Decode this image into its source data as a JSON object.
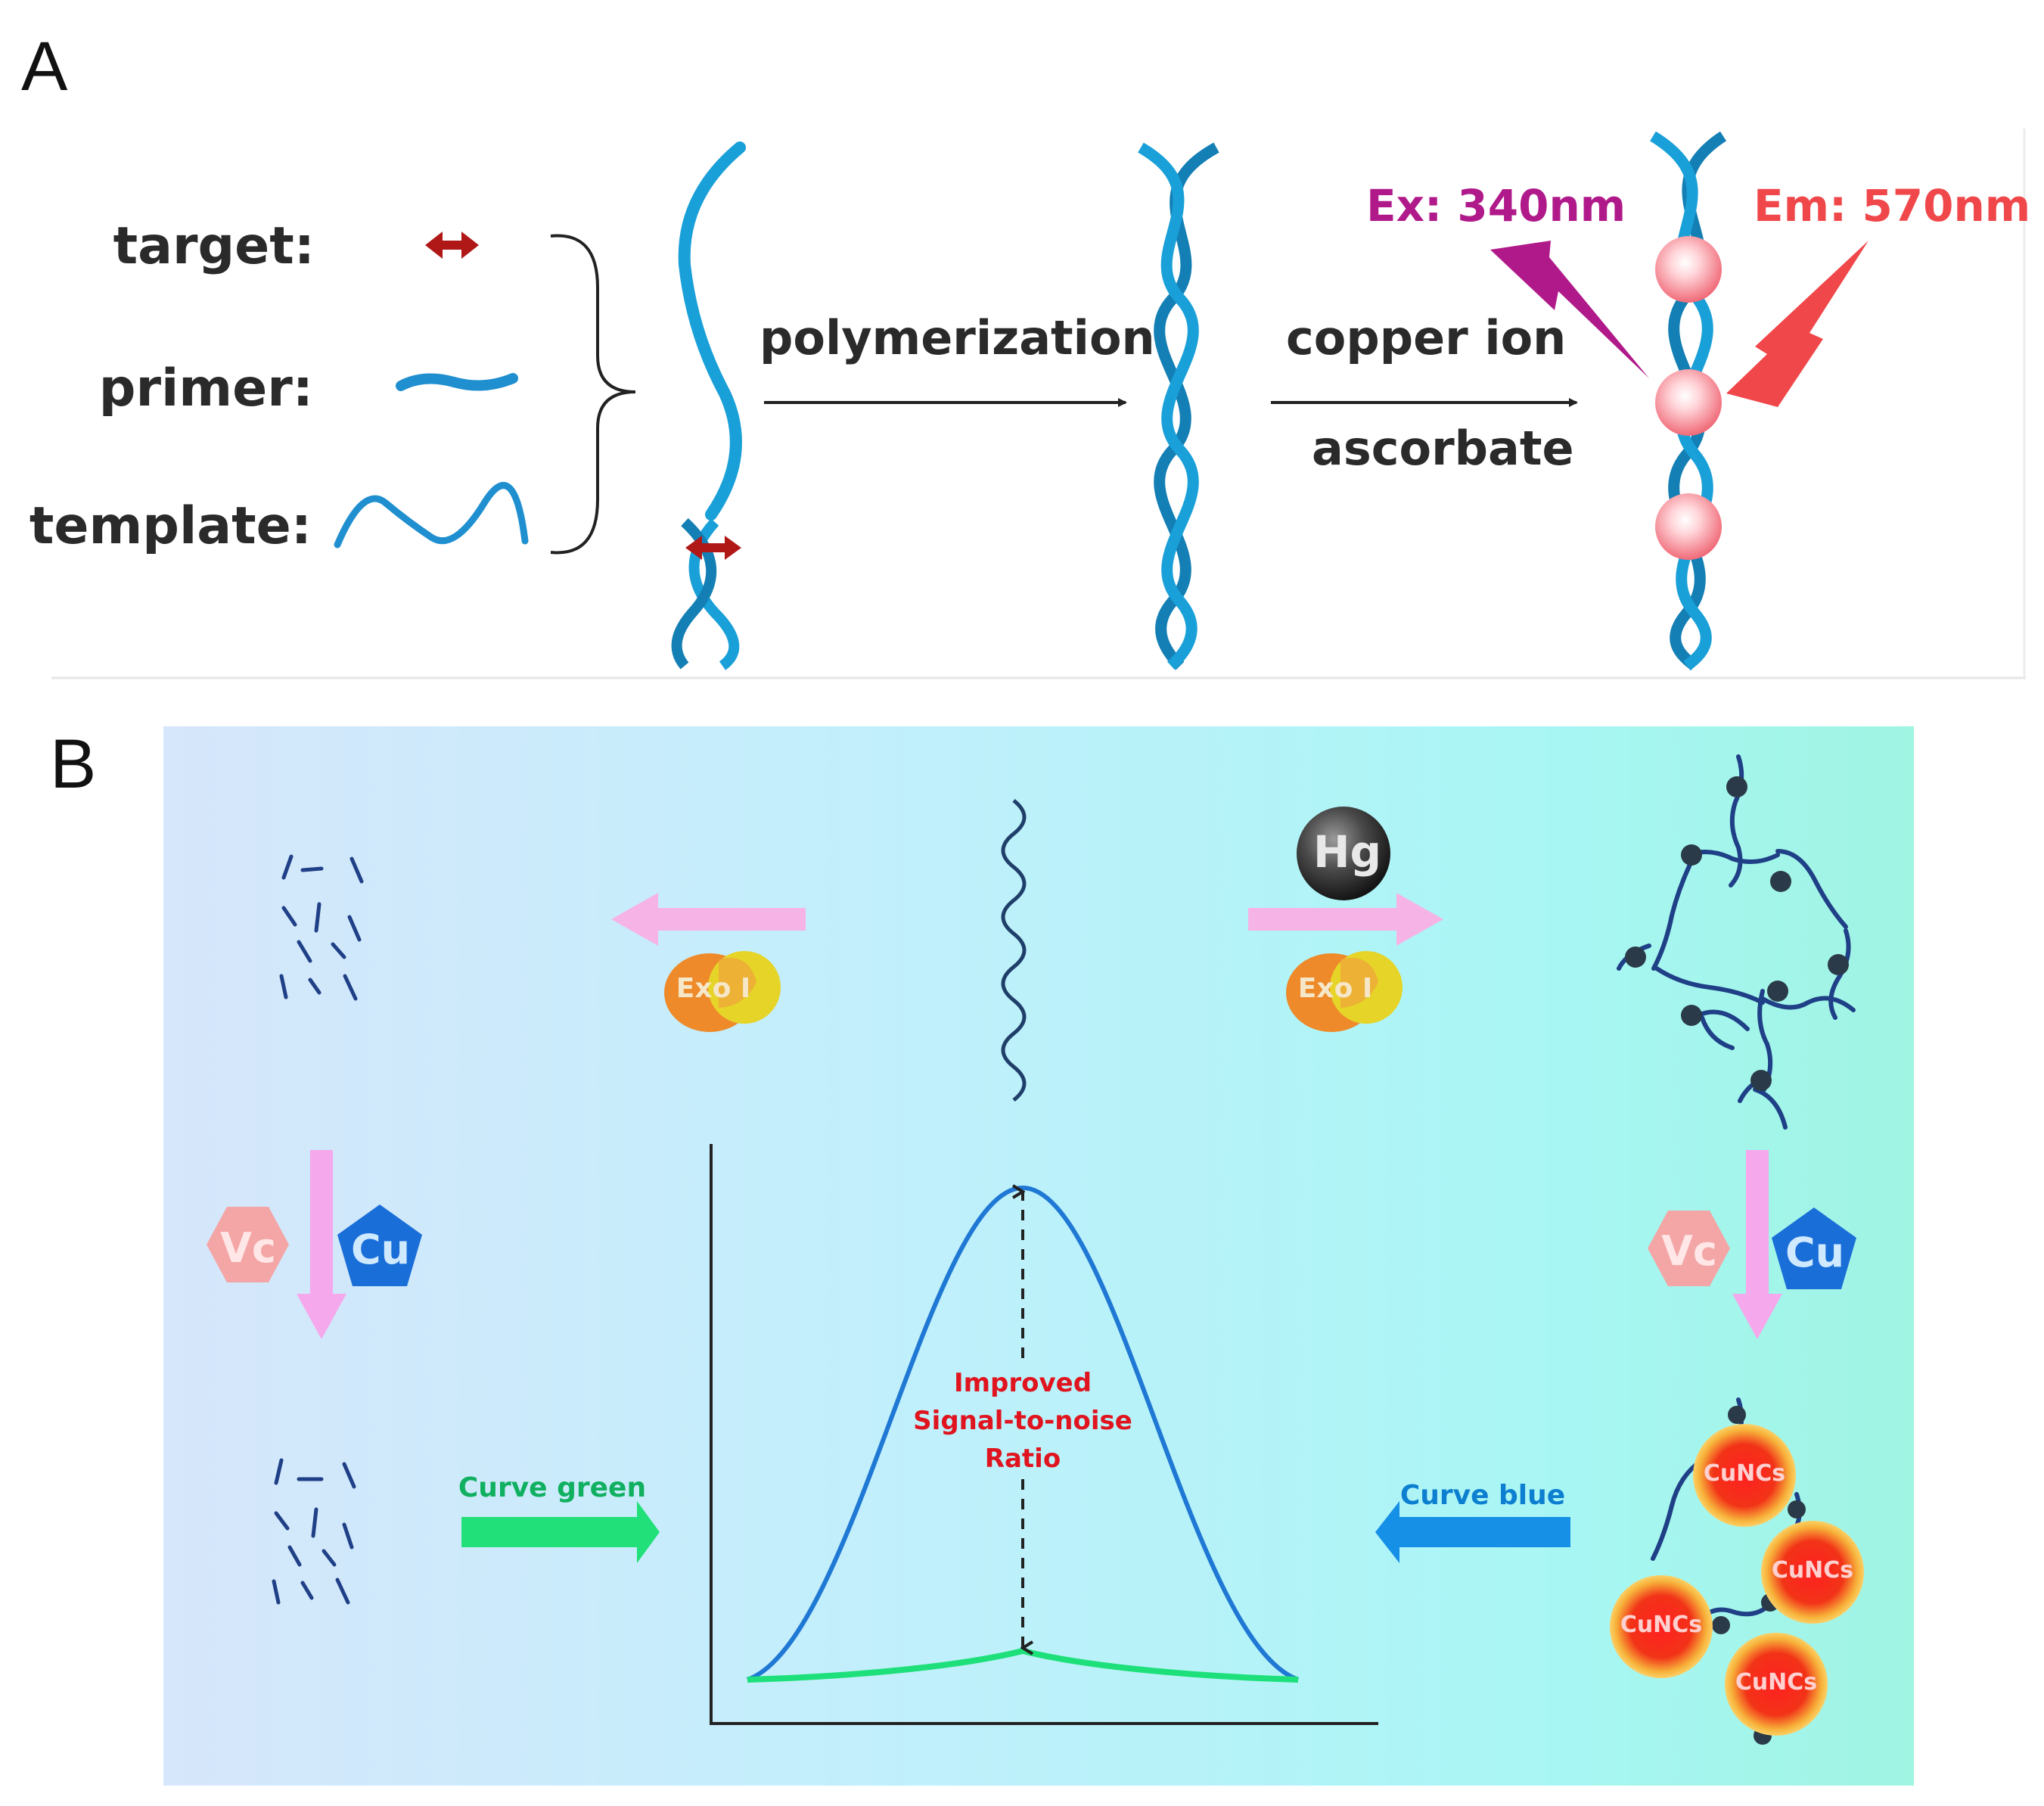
{
  "panel_a": {
    "letter": "A",
    "legend": {
      "target_label": "target:",
      "primer_label": "primer:",
      "template_label": "template:"
    },
    "step1_label": "polymerization",
    "step2_top_label": "copper ion",
    "step2_bottom_label": "ascorbate",
    "excitation_label": "Ex: 340nm",
    "emission_label": "Em: 570nm",
    "colors": {
      "dna": "#1f8fd0",
      "target": "#b01818",
      "excitation": "#b0198a",
      "emission": "#f0474a"
    }
  },
  "panel_b": {
    "letter": "B",
    "mercury_label": "Hg",
    "enzyme_left_label": "Exo I",
    "enzyme_right_label": "Exo I",
    "vc_left_label": "Vc",
    "cu_left_label": "Cu",
    "vc_right_label": "Vc",
    "cu_right_label": "Cu",
    "curve_green_label": "Curve green",
    "curve_blue_label": "Curve blue",
    "snr_lines": [
      "Improved",
      "Signal-to-noise",
      "Ratio"
    ],
    "cluster_label": "CuNCs",
    "colors": {
      "curve_blue": "#1f78d4",
      "curve_green": "#1ee07a",
      "snr_text": "#e0141e",
      "curve_green_text": "#10b060",
      "curve_blue_text": "#0d7fd0"
    }
  }
}
